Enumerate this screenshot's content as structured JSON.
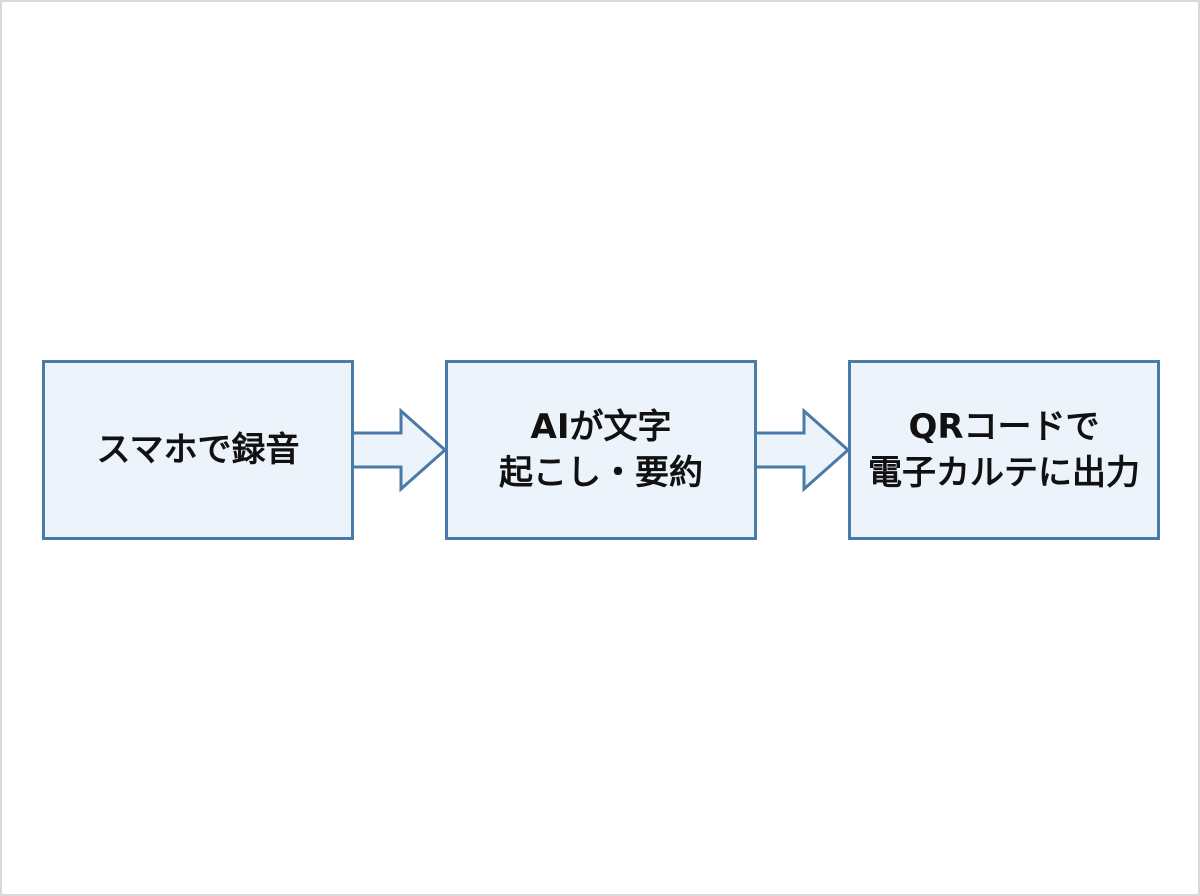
{
  "diagram": {
    "steps": [
      {
        "lines": [
          "スマホで録音"
        ]
      },
      {
        "lines": [
          "AIが文字",
          "起こし・要約"
        ]
      },
      {
        "lines": [
          "QRコードで",
          "電子カルテに出力"
        ]
      }
    ],
    "colors": {
      "box_border": "#4a7aa8",
      "box_fill": "#edf3fb",
      "arrow_fill": "#edf3fb",
      "arrow_stroke": "#4a7aa8",
      "text": "#111111"
    }
  }
}
